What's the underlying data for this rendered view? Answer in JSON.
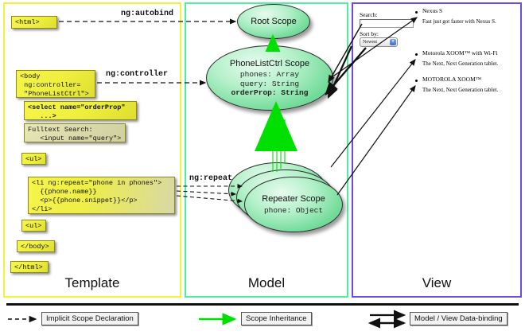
{
  "panels": {
    "template": {
      "label": "Template",
      "border_color": "#f2f23a",
      "boxes": [
        {
          "name": "html-open",
          "text": "<html>"
        },
        {
          "name": "body-open",
          "text": "<body\n ng:controller=\n \"PhoneListCtrl\">"
        },
        {
          "name": "select-orderprop",
          "text": "<select name=\"orderProp\"\n   ...>"
        },
        {
          "name": "fulltext-search",
          "text": "Fulltext Search:\n   <input name=\"query\">"
        },
        {
          "name": "ul-open",
          "text": "<ul>"
        },
        {
          "name": "li-ngrepeat",
          "text": "<li ng:repeat=\"phone in phones\">\n  {{phone.name}}\n  <p>{{phone.snippet}}</p>\n</li>"
        },
        {
          "name": "ul-close",
          "text": "<ul>"
        },
        {
          "name": "body-close",
          "text": "</body>"
        },
        {
          "name": "html-close",
          "text": "</html>"
        }
      ]
    },
    "model": {
      "label": "Model",
      "border_color": "#4ef0a0",
      "scopes": [
        {
          "name": "root-scope",
          "title": "Root\nScope",
          "props": []
        },
        {
          "name": "phonelistctrl-scope",
          "title": "PhoneListCtrl\nScope",
          "props": [
            {
              "text": "phones: Array",
              "bold": false
            },
            {
              "text": "query: String",
              "bold": false
            },
            {
              "text": "orderProp: String",
              "bold": true
            }
          ]
        },
        {
          "name": "repeater-scope",
          "title": "Repeater\nScope",
          "props": [
            {
              "text": "phone: Object",
              "bold": false
            }
          ]
        }
      ]
    },
    "view": {
      "label": "View",
      "border_color": "#6a4ce0",
      "search_label": "Search:",
      "search_value": "",
      "sort_label": "Sort by:",
      "sort_value": "Newest",
      "items": [
        {
          "name": "Nexus S",
          "snippet": "Fast just got faster with Nexus S."
        },
        {
          "name": "Motorola XOOM™ with Wi-Fi",
          "snippet": "The Next, Next Generation tablet."
        },
        {
          "name": "MOTOROLA XOOM™",
          "snippet": "The Next, Next Generation tablet."
        }
      ]
    }
  },
  "connectors": [
    {
      "name": "ng-autobind",
      "label": "ng:autobind"
    },
    {
      "name": "ng-controller",
      "label": "ng:controller"
    },
    {
      "name": "ng-repeat",
      "label": "ng:repeat"
    }
  ],
  "legend": {
    "items": [
      {
        "name": "implicit-scope-declaration",
        "label": "Implicit Scope Declaration",
        "style": "dashed-arrow",
        "color": "#111111"
      },
      {
        "name": "scope-inheritance",
        "label": "Scope Inheritance",
        "style": "green-arrow",
        "color": "#00e000"
      },
      {
        "name": "model-view-databinding",
        "label": "Model / View Data-binding",
        "style": "double-arrow",
        "color": "#111111"
      }
    ]
  }
}
